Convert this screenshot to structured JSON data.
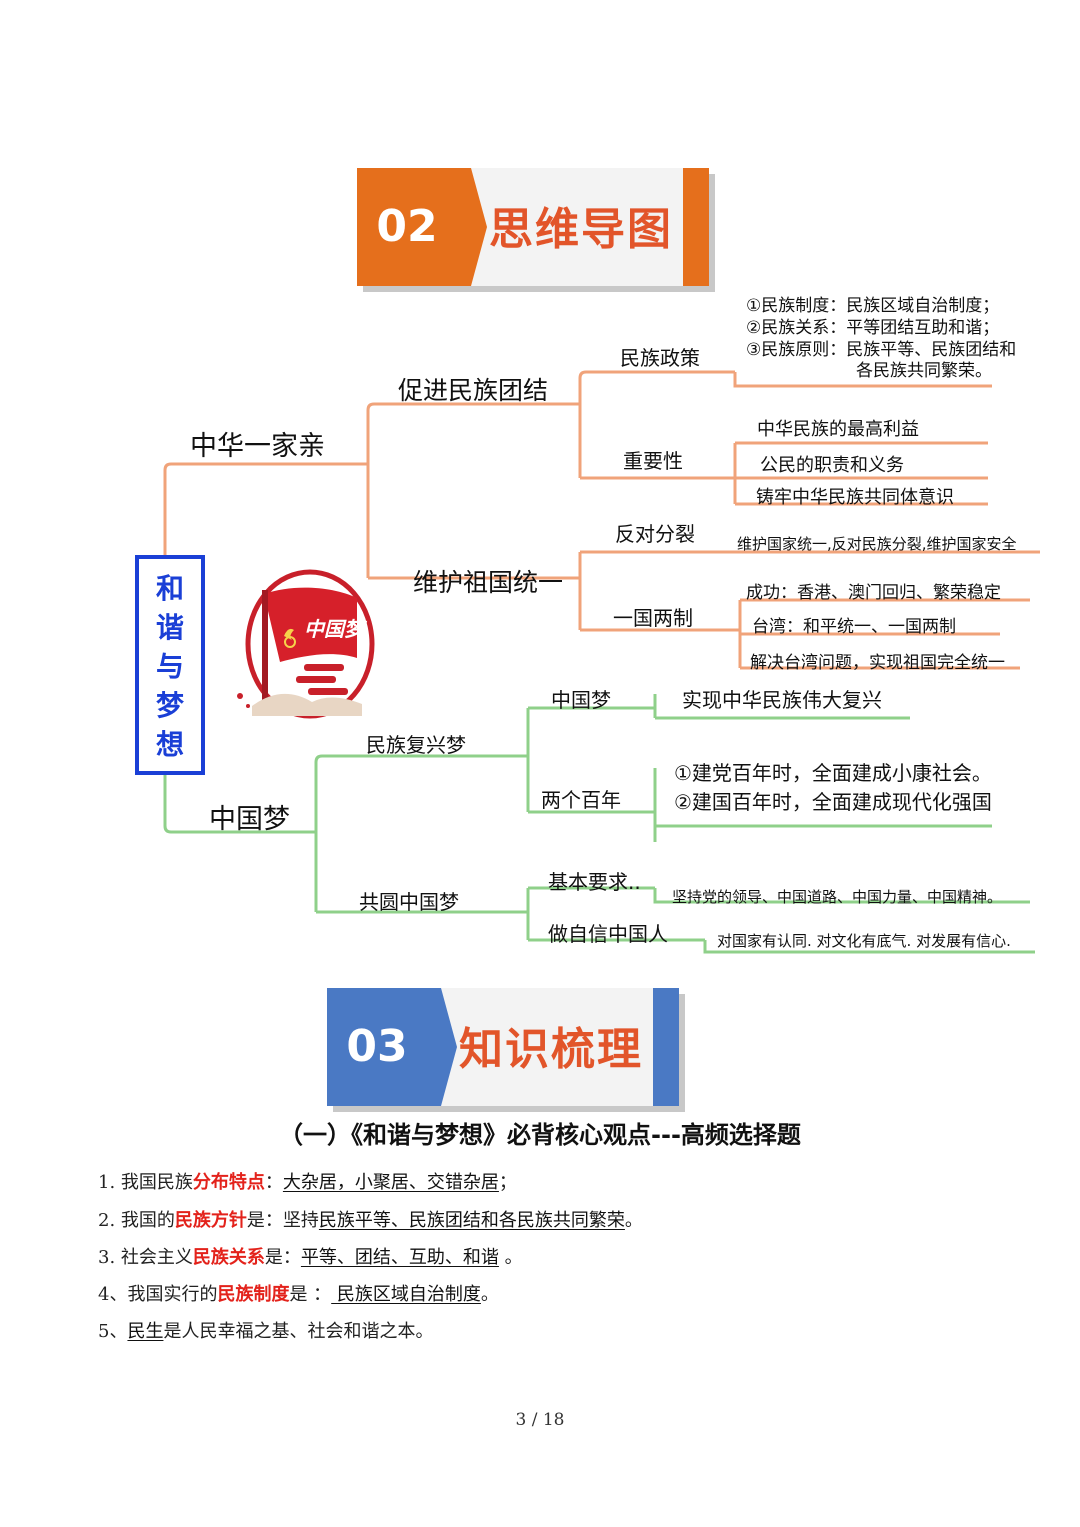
{
  "section2": {
    "number": "02",
    "title": "思维导图",
    "color": "#e56f1c"
  },
  "section3": {
    "number": "03",
    "title": "知识梳理",
    "color": "#4a79c4"
  },
  "mindmap": {
    "root": [
      "和",
      "谐",
      "与",
      "梦",
      "想"
    ],
    "emblem_text": "中国梦",
    "branch1": {
      "label": "中华一家亲",
      "sub1": {
        "label": "促进民族团结",
        "policy": {
          "label": "民族政策",
          "lines": [
            "①民族制度：民族区域自治制度；",
            "②民族关系：平等团结互助和谐；",
            "③民族原则：民族平等、民族团结和",
            "各民族共同繁荣。"
          ]
        },
        "importance": {
          "label": "重要性",
          "items": [
            "中华民族的最高利益",
            "公民的职责和义务",
            "铸牢中华民族共同体意识"
          ]
        }
      },
      "sub2": {
        "label": "维护祖国统一",
        "oppose": {
          "label": "反对分裂",
          "text": "维护国家统一,反对民族分裂,维护国家安全"
        },
        "two_systems": {
          "label": "一国两制",
          "items": [
            "成功：香港、澳门回归、繁荣稳定",
            "台湾：和平统一、一国两制",
            "解决台湾问题，实现祖国完全统一"
          ]
        }
      }
    },
    "branch2": {
      "label": "中国梦",
      "sub1": {
        "label": "民族复兴梦",
        "dream": {
          "label": "中国梦",
          "text": "实现中华民族伟大复兴"
        },
        "centennials": {
          "label": "两个百年",
          "items": [
            "①建党百年时，全面建成小康社会。",
            "②建国百年时，全面建成现代化强国"
          ]
        }
      },
      "sub2": {
        "label": "共圆中国梦",
        "basic": {
          "label": "基本要求..",
          "text": "坚持党的领导、中国道路、中国力量、中国精神。"
        },
        "confident": {
          "label": "做自信中国人",
          "text": "对国家有认同. 对文化有底气. 对发展有信心."
        }
      }
    },
    "colors": {
      "orange_line": "#f0a37a",
      "green_line": "#8fd08a",
      "root_border": "#1a3fd6"
    }
  },
  "knowledge": {
    "heading": "（一）《和谐与梦想》必背核心观点---高频选择题",
    "items": [
      {
        "n": "1.",
        "pre": "我国民族",
        "key": "分布特点",
        "mid": "：",
        "ans": "大杂居，小聚居、交错杂居",
        "post": "；"
      },
      {
        "n": "2.",
        "pre": "我国的",
        "key": "民族方针",
        "mid": "是：坚持",
        "ans": "民族平等、民族团结和各民族共同繁荣",
        "post": "。"
      },
      {
        "n": "3.",
        "pre": "社会主义",
        "key": "民族关系",
        "mid": "是：",
        "ans": "平等、团结、互助、和谐",
        "post": "  。"
      },
      {
        "n": "4、",
        "pre": "我国实行的",
        "key": "民族制度",
        "mid": "是 ：",
        "ans": " 民族区域自治制度",
        "post": "。"
      },
      {
        "n": "5、",
        "pre": "",
        "key": "",
        "mid": "",
        "ans": "民生",
        "post": "是人民幸福之基、社会和谐之本。"
      }
    ]
  },
  "footer": {
    "page": "3 / 18"
  }
}
